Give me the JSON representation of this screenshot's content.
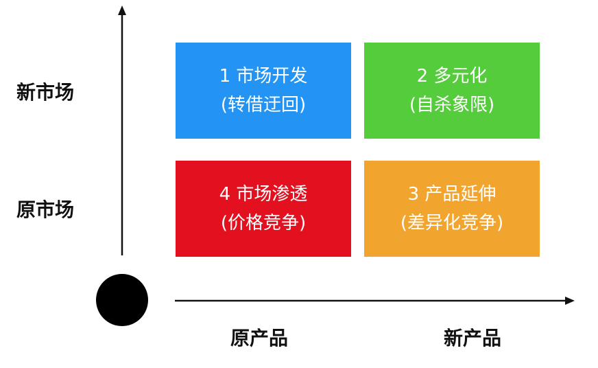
{
  "y_axis": {
    "labels": [
      "新市场",
      "原市场"
    ]
  },
  "x_axis": {
    "labels": [
      "原产品",
      "新产品"
    ]
  },
  "quadrants": [
    {
      "title": "1 市场开发",
      "subtitle": "(转借迂回)",
      "color": "#2494F4"
    },
    {
      "title": "2 多元化",
      "subtitle": "(自杀象限)",
      "color": "#54CC3C"
    },
    {
      "title": "4 市场渗透",
      "subtitle": "(价格竞争)",
      "color": "#E3101F"
    },
    {
      "title": "3 产品延伸",
      "subtitle": "(差异化竞争)",
      "color": "#F2A52E"
    }
  ]
}
